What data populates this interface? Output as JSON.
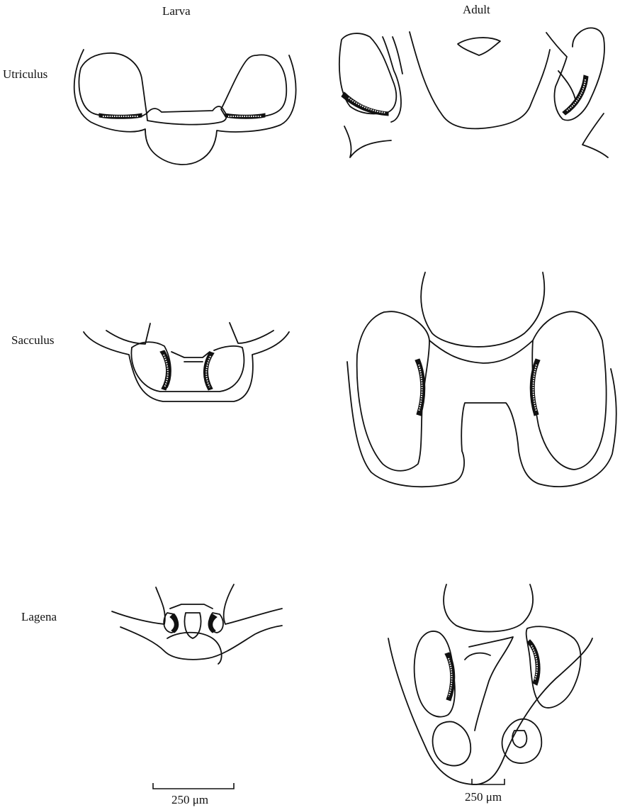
{
  "columns": {
    "larva": "Larva",
    "adult": "Adult"
  },
  "rows": {
    "utriculus": "Utriculus",
    "sacculus": "Sacculus",
    "lagena": "Lagena"
  },
  "scale_bars": {
    "larva_label": "250 μm",
    "adult_label": "250 μm"
  }
}
